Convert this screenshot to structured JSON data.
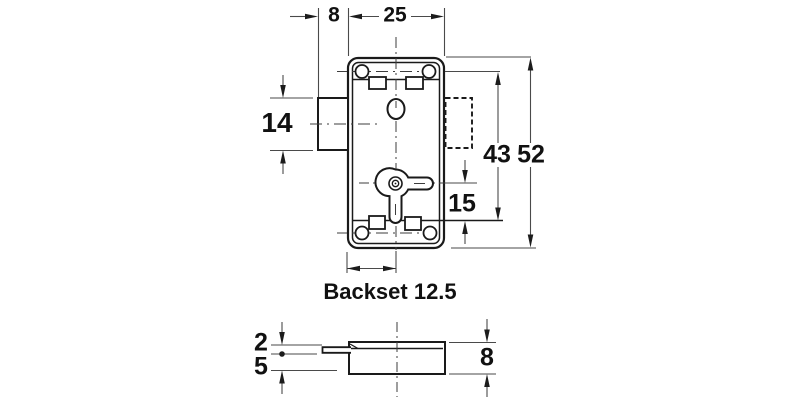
{
  "drawing": {
    "backset_label": "Backset 12.5",
    "front_view": {
      "dims": {
        "bolt_protrusion": "8",
        "body_width": "25",
        "bolt_height": "14",
        "screw_spacing": "43",
        "body_height": "52",
        "cylinder_to_screw": "15"
      }
    },
    "side_view": {
      "dims": {
        "tongue_thickness": "2",
        "tongue_position": "5",
        "body_depth": "8"
      }
    },
    "colors": {
      "background": "#ffffff",
      "outline": "#1a1a1a",
      "dimension_lines": "#4a4a4a",
      "text": "#111111"
    }
  }
}
